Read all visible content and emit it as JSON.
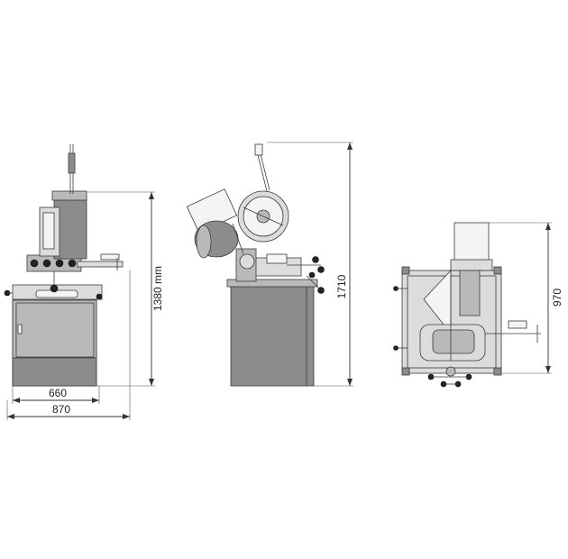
{
  "dimensions": {
    "front_base_width": "660",
    "front_total_width": "870",
    "front_height": "1380 mm",
    "side_height": "1710",
    "top_depth": "970"
  },
  "colors": {
    "body": "#8c8c8c",
    "body_light": "#dcdcdc",
    "line": "#3a3a3a",
    "dimension": "#333333"
  }
}
